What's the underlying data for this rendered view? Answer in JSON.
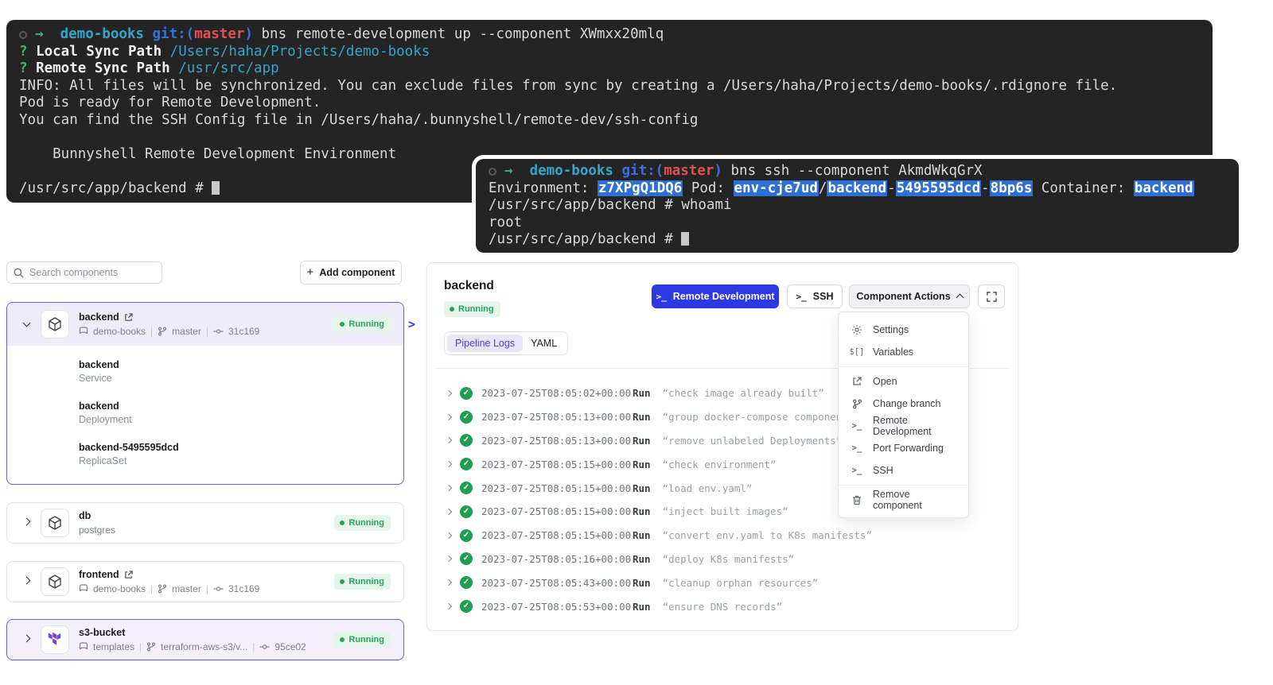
{
  "terminal1": {
    "lines": [
      [
        {
          "c": "ring"
        },
        {
          "t": "→  ",
          "c": "gr"
        },
        {
          "t": "demo-books ",
          "c": "cy"
        },
        {
          "t": "git:(",
          "c": "bl"
        },
        {
          "t": "master",
          "c": "rd"
        },
        {
          "t": ")",
          "c": "bl"
        },
        {
          "t": " bns remote-development up --component XWmxx20mlq",
          "c": "p"
        }
      ],
      [
        {
          "t": "? ",
          "c": "gr"
        },
        {
          "t": "Local Sync Path ",
          "c": "w"
        },
        {
          "t": "/Users/haha/Projects/demo-books",
          "c": "cy2"
        }
      ],
      [
        {
          "t": "? ",
          "c": "gr"
        },
        {
          "t": "Remote Sync Path ",
          "c": "w"
        },
        {
          "t": "/usr/src/app",
          "c": "cy2"
        }
      ],
      [
        {
          "t": "INFO: All files will be synchronized. You can exclude files from sync by creating a /Users/haha/Projects/demo-books/.rdignore file.",
          "c": "p"
        }
      ],
      [
        {
          "t": "Pod is ready for Remote Development.",
          "c": "p"
        }
      ],
      [
        {
          "t": "You can find the SSH Config file in /Users/haha/.bunnyshell/remote-dev/ssh-config",
          "c": "p"
        }
      ],
      [],
      [
        {
          "t": "    Bunnyshell Remote Development Environment",
          "c": "p"
        }
      ],
      [],
      [
        {
          "t": "/usr/src/app/backend # ",
          "c": "p"
        },
        {
          "c": "cur"
        }
      ]
    ]
  },
  "terminal2": {
    "lines": [
      [
        {
          "c": "ring"
        },
        {
          "t": "→  ",
          "c": "gr"
        },
        {
          "t": "demo-books ",
          "c": "cy"
        },
        {
          "t": "git:(",
          "c": "bl"
        },
        {
          "t": "master",
          "c": "rd"
        },
        {
          "t": ")",
          "c": "bl"
        },
        {
          "t": " bns ssh --component AkmdWkqGrX",
          "c": "p"
        }
      ],
      [
        {
          "t": "Environment: ",
          "c": "p"
        },
        {
          "t": "z7XPgQ1DQ6",
          "c": "hl"
        },
        {
          "t": " Pod: ",
          "c": "p"
        },
        {
          "t": "env-cje7ud",
          "c": "hl"
        },
        {
          "t": "/",
          "c": "p"
        },
        {
          "t": "backend",
          "c": "hl"
        },
        {
          "t": "-",
          "c": "p"
        },
        {
          "t": "5495595dcd",
          "c": "hl"
        },
        {
          "t": "-",
          "c": "p"
        },
        {
          "t": "8bp6s",
          "c": "hl"
        },
        {
          "t": " Container: ",
          "c": "p"
        },
        {
          "t": "backend",
          "c": "hl"
        }
      ],
      [
        {
          "t": "/usr/src/app/backend # whoami",
          "c": "p"
        }
      ],
      [
        {
          "t": "root",
          "c": "p"
        }
      ],
      [
        {
          "t": "/usr/src/app/backend # ",
          "c": "p"
        },
        {
          "c": "cur"
        }
      ]
    ]
  },
  "sidebar": {
    "search_placeholder": "Search components",
    "add_component_label": "Add component"
  },
  "components": [
    {
      "name": "backend",
      "repo": "demo-books",
      "branch": "master",
      "commit": "31c169",
      "status": "Running",
      "children": [
        {
          "name": "backend",
          "type": "Service"
        },
        {
          "name": "backend",
          "type": "Deployment"
        },
        {
          "name": "backend-5495595dcd",
          "type": "ReplicaSet"
        }
      ]
    },
    {
      "name": "db",
      "subtitle": "postgres",
      "status": "Running"
    },
    {
      "name": "frontend",
      "repo": "demo-books",
      "branch": "master",
      "commit": "31c169",
      "status": "Running"
    },
    {
      "name": "s3-bucket",
      "repo": "templates",
      "branch": "terraform-aws-s3/v...",
      "commit": "95ce02",
      "status": "Running"
    }
  ],
  "panel": {
    "title": "backend",
    "status": "Running",
    "actions": {
      "remote_development": "Remote Development",
      "ssh": "SSH",
      "component_actions": "Component Actions"
    },
    "tabs": [
      {
        "label": "Pipeline Logs",
        "active": true
      },
      {
        "label": "YAML",
        "active": false
      }
    ],
    "logs": [
      {
        "time": "2023-07-25T08:05:02+00:00",
        "action": "Run",
        "step": "check image already built"
      },
      {
        "time": "2023-07-25T08:05:13+00:00",
        "action": "Run",
        "step": "group docker-compose components"
      },
      {
        "time": "2023-07-25T08:05:13+00:00",
        "action": "Run",
        "step": "remove unlabeled Deployments"
      },
      {
        "time": "2023-07-25T08:05:15+00:00",
        "action": "Run",
        "step": "check environment"
      },
      {
        "time": "2023-07-25T08:05:15+00:00",
        "action": "Run",
        "step": "load env.yaml"
      },
      {
        "time": "2023-07-25T08:05:15+00:00",
        "action": "Run",
        "step": "inject built images"
      },
      {
        "time": "2023-07-25T08:05:15+00:00",
        "action": "Run",
        "step": "convert env.yaml to K8s manifests"
      },
      {
        "time": "2023-07-25T08:05:16+00:00",
        "action": "Run",
        "step": "deploy K8s manifests"
      },
      {
        "time": "2023-07-25T08:05:43+00:00",
        "action": "Run",
        "step": "cleanup orphan resources"
      },
      {
        "time": "2023-07-25T08:05:53+00:00",
        "action": "Run",
        "step": "ensure DNS records"
      }
    ]
  },
  "menu": {
    "items": [
      {
        "icon": "gear",
        "label": "Settings"
      },
      {
        "icon": "variables",
        "label": "Variables"
      },
      {
        "divider": true
      },
      {
        "icon": "external",
        "label": "Open"
      },
      {
        "icon": "branch",
        "label": "Change branch"
      },
      {
        "icon": "terminal",
        "label": "Remote Development"
      },
      {
        "icon": "terminal",
        "label": "Port Forwarding"
      },
      {
        "icon": "terminal",
        "label": "SSH"
      },
      {
        "divider": true
      },
      {
        "icon": "trash",
        "label": "Remove component"
      }
    ]
  },
  "colors": {
    "primary_blue": "#2c39e3",
    "terminal_highlight": "#2e6fd6",
    "running_green": "#2aa05e",
    "selected_purple": "#6b5fd8",
    "terraform_purple": "#7b42bc"
  }
}
